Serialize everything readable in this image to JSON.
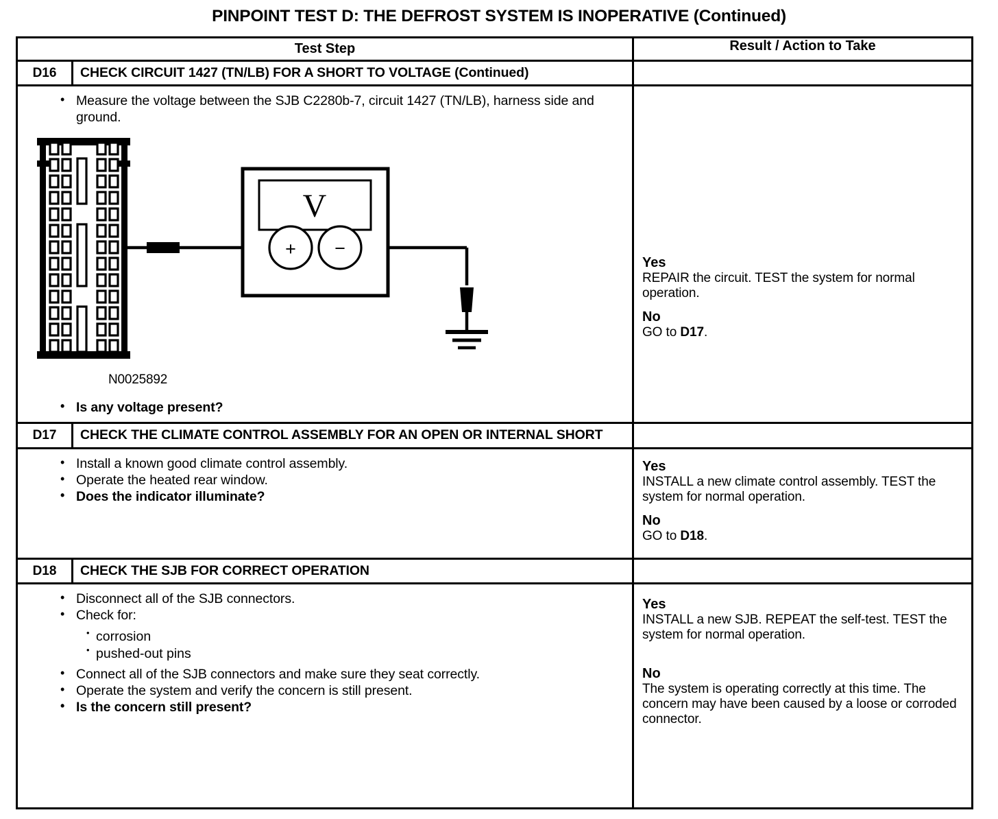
{
  "document": {
    "title": "PINPOINT TEST  D: THE DEFROST SYSTEM IS INOPERATIVE (Continued)"
  },
  "table": {
    "headers": {
      "test_step": "Test Step",
      "result_action": "Result / Action to Take"
    },
    "steps": [
      {
        "id": "D16",
        "title": "CHECK CIRCUIT 1427 (TN/LB) FOR A SHORT TO VOLTAGE (Continued)",
        "bullets": [
          {
            "text": "Measure the voltage between the SJB C2280b-7, circuit 1427 (TN/LB), harness side and ground.",
            "bold": false
          }
        ],
        "question": "Is any voltage present?",
        "figure": {
          "caption": "N0025892",
          "meter_display": "V",
          "positive_terminal": "+",
          "negative_terminal": "−",
          "connector_rows": 13,
          "connector_pins_per_row": 4
        },
        "results": [
          {
            "answer": "Yes",
            "action": "REPAIR the circuit. TEST the system for normal operation."
          },
          {
            "answer": "No",
            "action_prefix": "GO to ",
            "action_target": "D17",
            "action_suffix": "."
          }
        ]
      },
      {
        "id": "D17",
        "title": "CHECK THE CLIMATE CONTROL ASSEMBLY FOR AN OPEN OR INTERNAL SHORT",
        "bullets": [
          {
            "text": "Install a known good climate control assembly.",
            "bold": false
          },
          {
            "text": "Operate the heated rear window.",
            "bold": false
          },
          {
            "text": "Does the indicator illuminate?",
            "bold": true
          }
        ],
        "results": [
          {
            "answer": "Yes",
            "action": "INSTALL a new climate control assembly. TEST the system for normal operation."
          },
          {
            "answer": "No",
            "action_prefix": "GO to ",
            "action_target": "D18",
            "action_suffix": "."
          }
        ]
      },
      {
        "id": "D18",
        "title": "CHECK THE SJB FOR CORRECT OPERATION",
        "bullets": [
          {
            "text": "Disconnect all of the SJB connectors.",
            "bold": false
          },
          {
            "text": "Check for:",
            "bold": false
          }
        ],
        "sub_bullets": [
          "corrosion",
          "pushed-out pins"
        ],
        "bullets_after": [
          {
            "text": "Connect all of the SJB connectors and make sure they seat correctly.",
            "bold": false
          },
          {
            "text": "Operate the system and verify the concern is still present.",
            "bold": false
          },
          {
            "text": "Is the concern still present?",
            "bold": true
          }
        ],
        "results": [
          {
            "answer": "Yes",
            "action": "INSTALL a new SJB. REPEAT the self-test. TEST the system for normal operation."
          },
          {
            "answer": "No",
            "action": "The system is operating correctly at this time. The concern may have been caused by a loose or corroded connector."
          }
        ]
      }
    ]
  },
  "colors": {
    "ink": "#000000",
    "paper": "#ffffff"
  }
}
